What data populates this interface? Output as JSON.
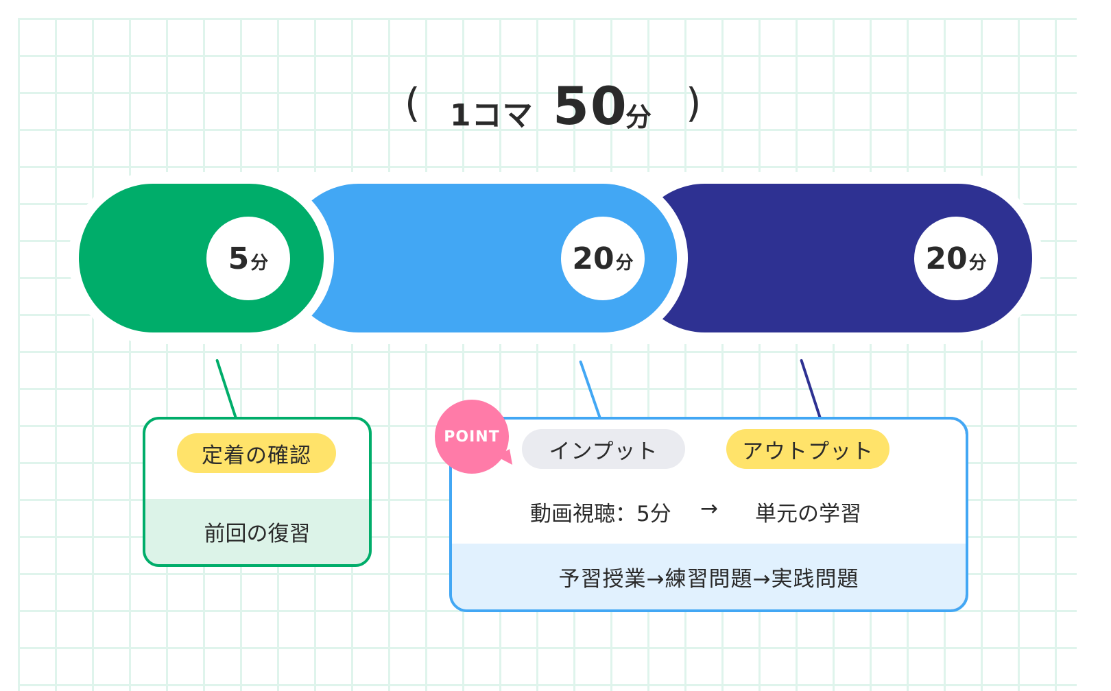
{
  "title": {
    "open_paren": "(",
    "label": "1コマ",
    "total": "50",
    "unit": "分",
    "close_paren": ")"
  },
  "segments": [
    {
      "id": "review",
      "minutes": "5",
      "unit": "分",
      "color": "#00ad6a"
    },
    {
      "id": "input",
      "minutes": "20",
      "unit": "分",
      "color": "#42a7f4"
    },
    {
      "id": "output",
      "minutes": "20",
      "unit": "分",
      "color": "#2e3192"
    }
  ],
  "review_box": {
    "tag": "定着の確認",
    "description": "前回の復習",
    "border_color": "#00ad6a"
  },
  "point_box": {
    "badge": "POINT",
    "input_tag": "インプット",
    "output_tag": "アウトプット",
    "input_detail": "動画視聴：5分",
    "arrow": "→",
    "output_detail": "単元の学習",
    "flow": "予習授業→練習問題→実践問題"
  },
  "colors": {
    "grid": "#dff4ec",
    "tag_yellow": "#ffe36a",
    "tag_gray": "#eaebf0",
    "point_pink": "#ff7ba8"
  }
}
